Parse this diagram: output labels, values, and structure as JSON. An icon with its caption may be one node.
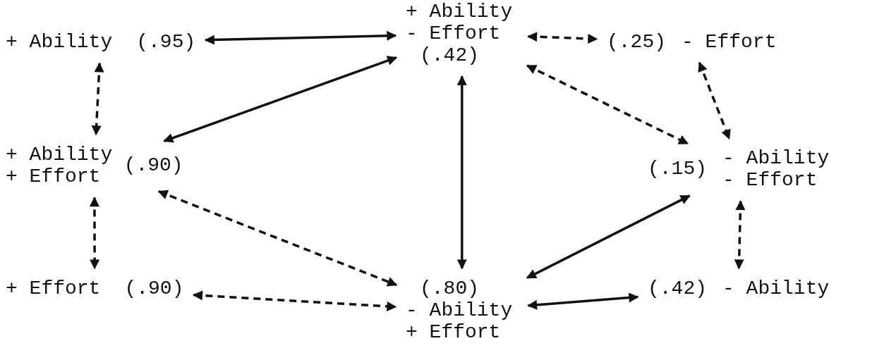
{
  "diagram": {
    "nodes": [
      {
        "text": [
          "+ Ability",
          "(.95)"
        ]
      },
      {
        "text": [
          "+ Ability - Effort",
          "(.42)"
        ]
      },
      {
        "text": [
          "(.25)",
          "- Effort"
        ]
      },
      {
        "text": [
          "+ Ability + Effort",
          "(.90)"
        ]
      },
      {
        "text": [
          "(.15)",
          "- Ability - Effort"
        ]
      },
      {
        "text": [
          "+ Effort",
          "(.90)"
        ]
      },
      {
        "text": [
          "(.80)",
          "- Ability + Effort"
        ]
      },
      {
        "text": [
          "(.42)",
          "- Ability"
        ]
      }
    ],
    "edges": [
      {
        "from": 0,
        "to": 1,
        "arrow": "both"
      },
      {
        "from": 1,
        "to": 2,
        "arrow": "both",
        "style": "dashed"
      },
      {
        "from": 0,
        "to": 3,
        "arrow": "both",
        "style": "dashed"
      },
      {
        "from": 3,
        "to": 1,
        "arrow": "both"
      },
      {
        "from": 1,
        "to": 6,
        "arrow": "both"
      },
      {
        "from": 1,
        "to": 4,
        "arrow": "both",
        "style": "dashed"
      },
      {
        "from": 2,
        "to": 4,
        "arrow": "both",
        "style": "dashed"
      },
      {
        "from": 3,
        "to": 5,
        "arrow": "both",
        "style": "dashed"
      },
      {
        "from": 3,
        "to": 6,
        "arrow": "both",
        "style": "dashed"
      },
      {
        "from": 6,
        "to": 4,
        "arrow": "both"
      },
      {
        "from": 4,
        "to": 7,
        "arrow": "both",
        "style": "dashed"
      },
      {
        "from": 5,
        "to": 6,
        "arrow": "both",
        "style": "dashed"
      },
      {
        "from": 6,
        "to": 7,
        "arrow": "both"
      }
    ]
  }
}
